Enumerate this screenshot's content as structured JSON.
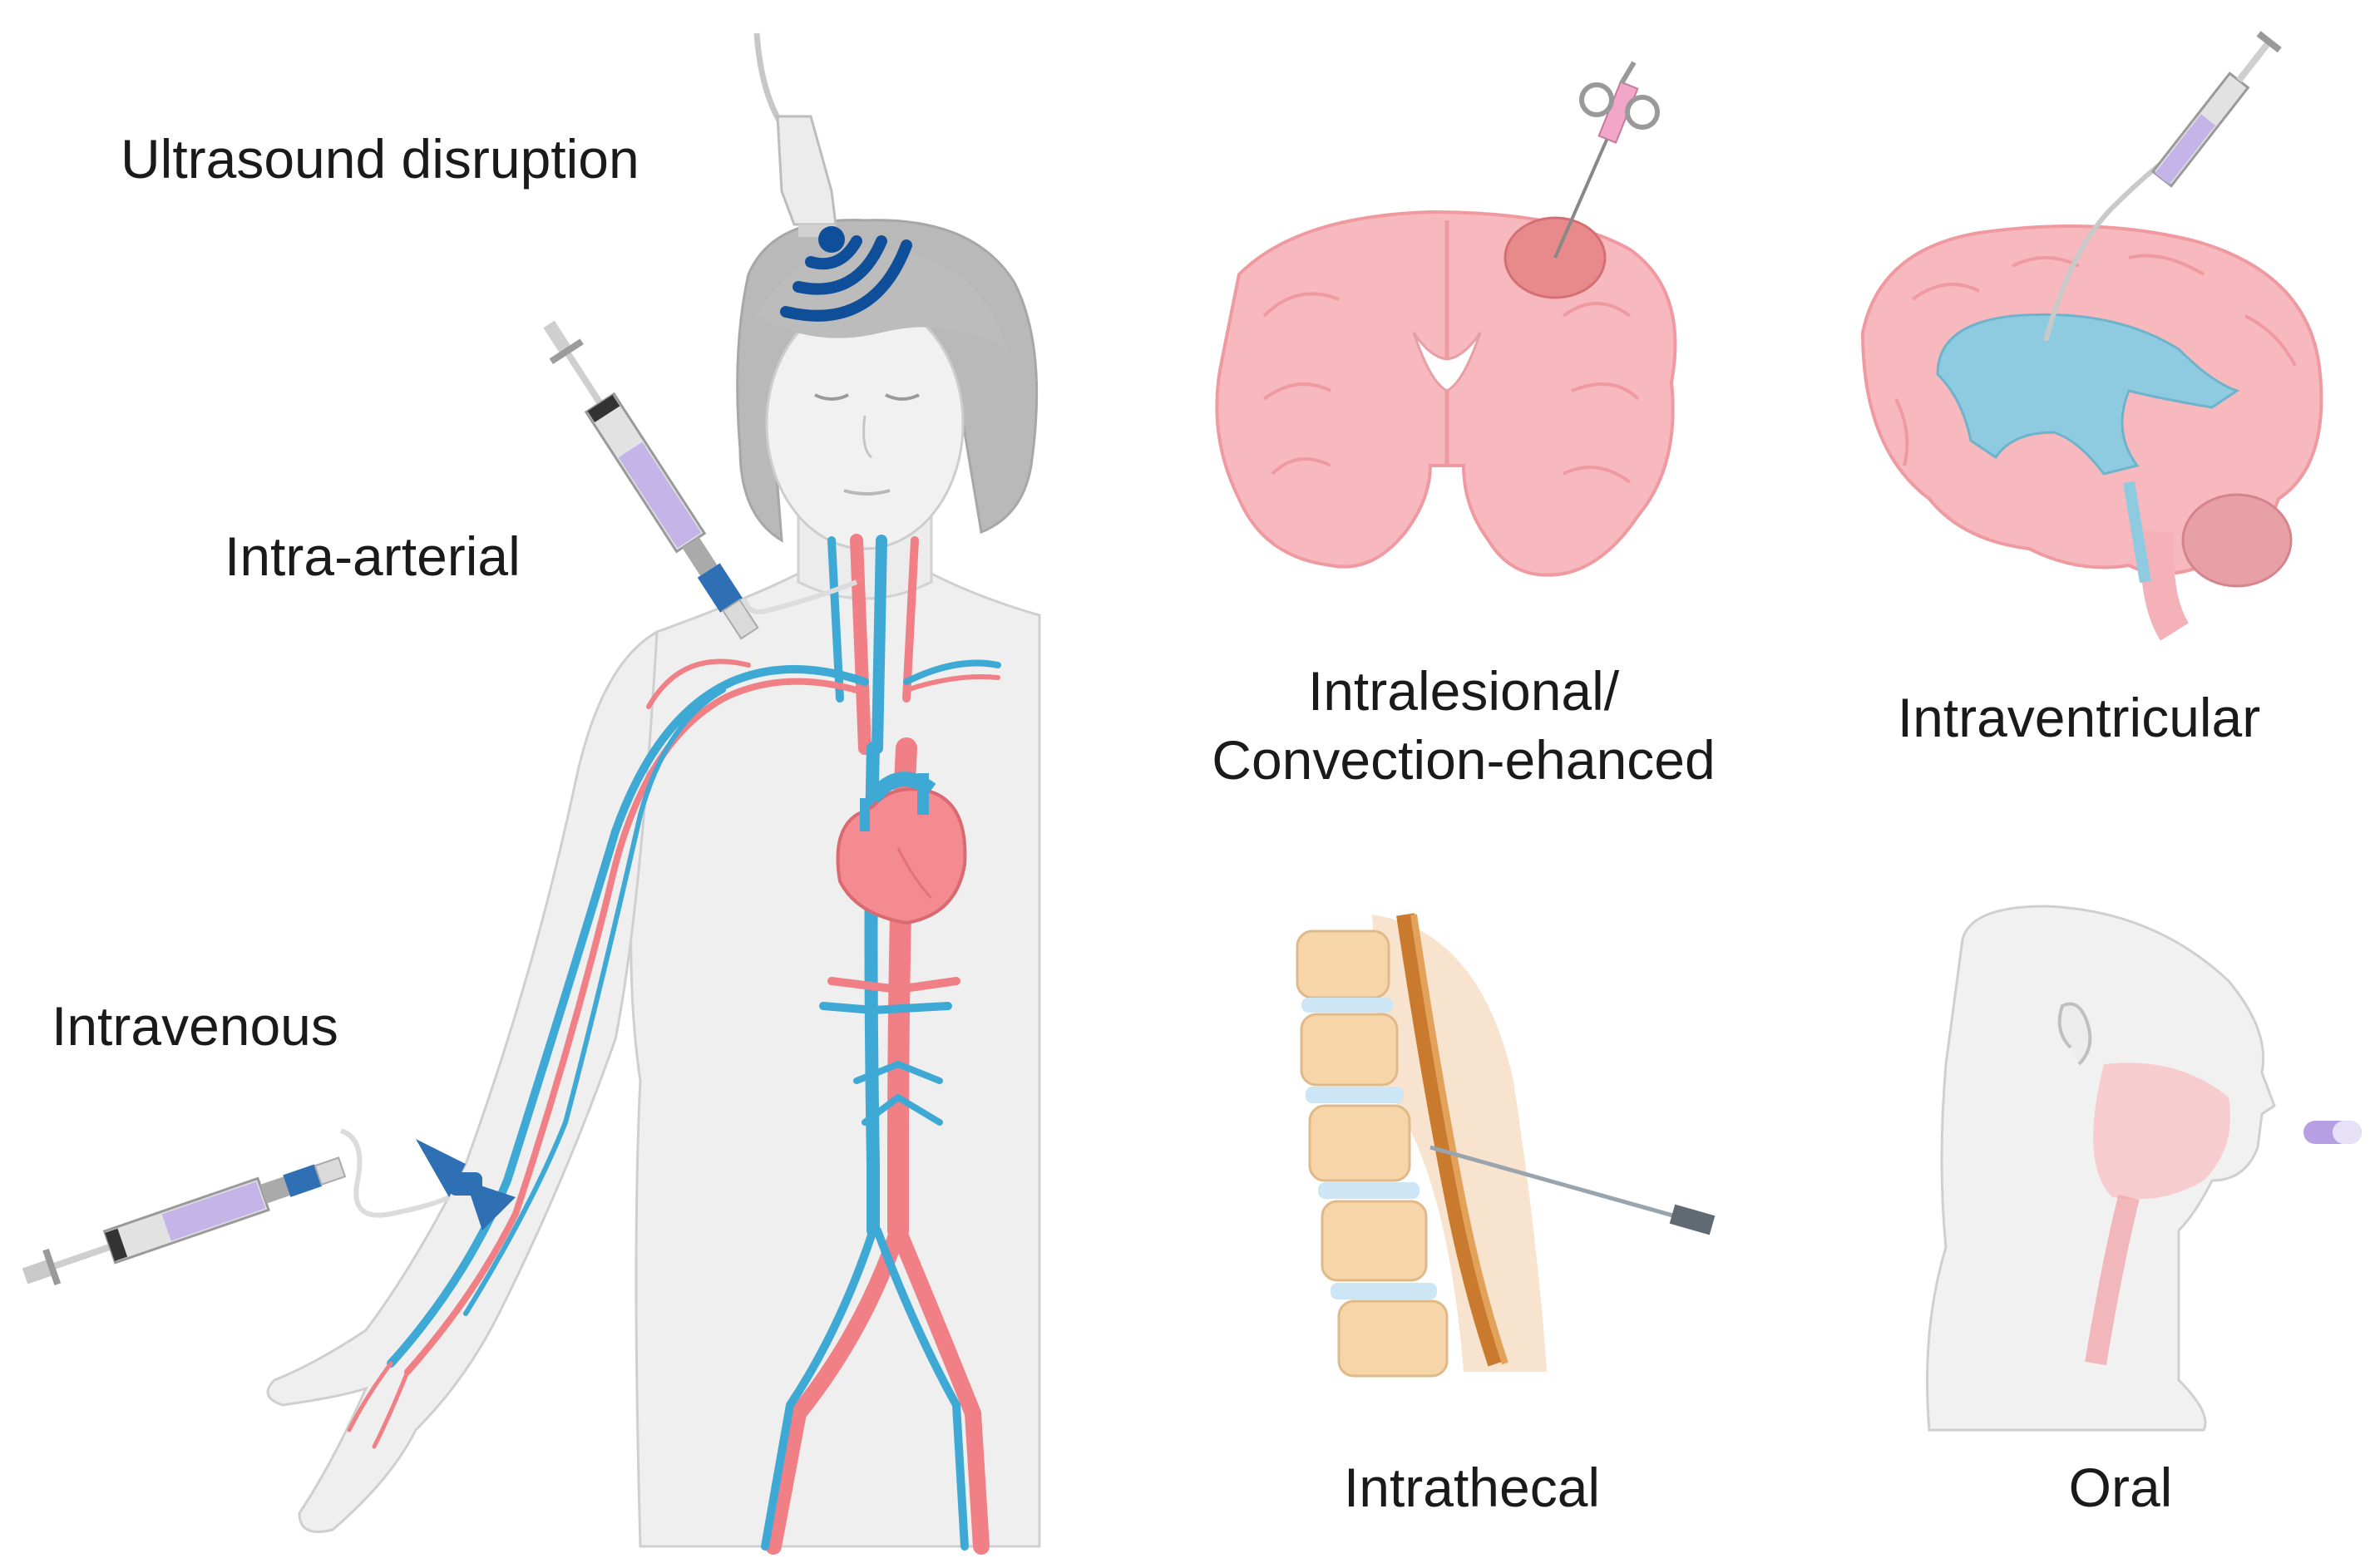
{
  "labels": {
    "ultrasound": "Ultrasound disruption",
    "intra_arterial": "Intra-arterial",
    "intravenous": "Intravenous",
    "intralesional_line1": "Intralesional/",
    "intralesional_line2": "Convection-ehanced",
    "intraventricular": "Intraventricular",
    "intrathecal": "Intrathecal",
    "oral": "Oral"
  },
  "colors": {
    "artery": "#f07f86",
    "vein": "#3fa9d6",
    "brain": "#f7b9bd",
    "ventricle": "#8ecbe0",
    "skin": "#eeeeee",
    "hair": "#b5b5b5",
    "ultrasound_waves": "#0f4f9a",
    "syringe_fluid": "#c5b4e8"
  }
}
